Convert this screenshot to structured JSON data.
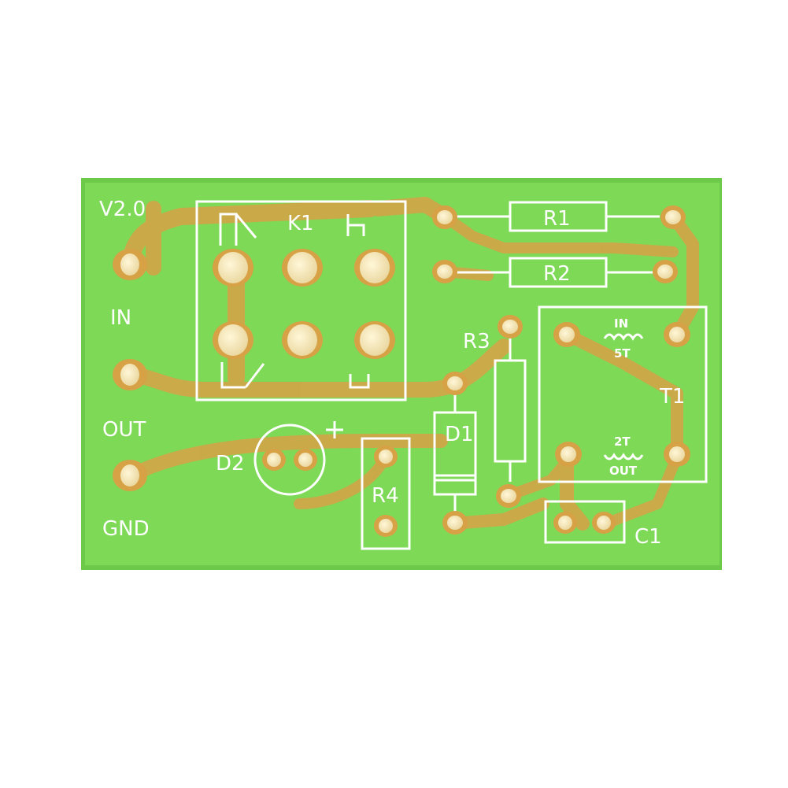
{
  "board": {
    "version": "V2.0",
    "colors": {
      "substrate": "#7ed957",
      "copper": "#d7a146",
      "silkscreen": "#ffffff",
      "pad": "#f4e6b0"
    },
    "terminals": {
      "in": "IN",
      "out": "OUT",
      "gnd": "GND"
    },
    "components": {
      "relay": "K1",
      "r1": "R1",
      "r2": "R2",
      "r3": "R3",
      "r4": "R4",
      "diode": "D1",
      "led": "D2",
      "led_polarity": "+",
      "transformer": "T1",
      "transformer_in": "IN",
      "transformer_in_turns": "5T",
      "transformer_out_turns": "2T",
      "transformer_out": "OUT",
      "capacitor": "C1"
    }
  }
}
